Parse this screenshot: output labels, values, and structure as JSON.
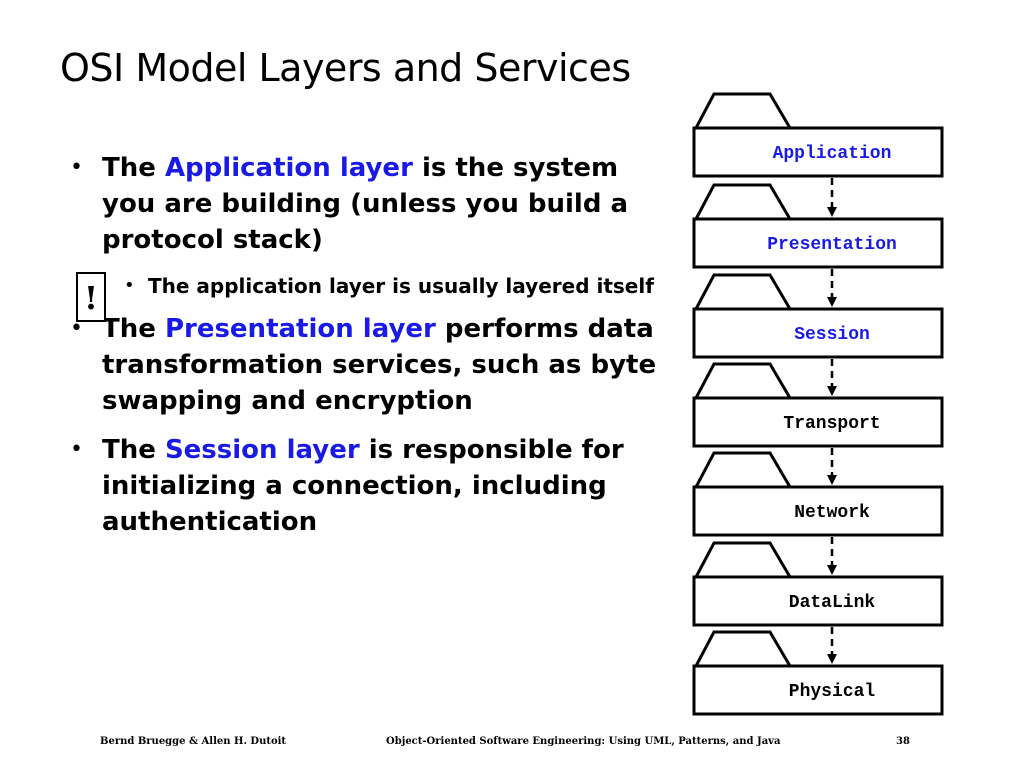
{
  "title": "OSI Model Layers and Services",
  "bullets": [
    {
      "pre": "The ",
      "highlight": "Application layer",
      "post": " is the system you are building (unless you build a protocol stack)",
      "sub": "The application layer is usually layered itself"
    },
    {
      "pre": "The ",
      "highlight": "Presentation layer",
      "post": " performs data transformation services, such as byte swapping and encryption"
    },
    {
      "pre": "The ",
      "highlight": "Session layer",
      "post": " is responsible for initializing a connection, including authentication"
    }
  ],
  "exclaim": "!",
  "layers": [
    "Application",
    "Presentation",
    "Session",
    "Transport",
    "Network",
    "DataLink",
    "Physical"
  ],
  "highlighted_layers": [
    "Application",
    "Presentation",
    "Session"
  ],
  "colors": {
    "highlight": "#1a1ae6",
    "text": "#000000",
    "background": "#ffffff"
  },
  "footer": {
    "left": "Bernd Bruegge & Allen H. Dutoit",
    "center": "Object-Oriented Software Engineering: Using UML, Patterns, and Java",
    "page": "38"
  }
}
